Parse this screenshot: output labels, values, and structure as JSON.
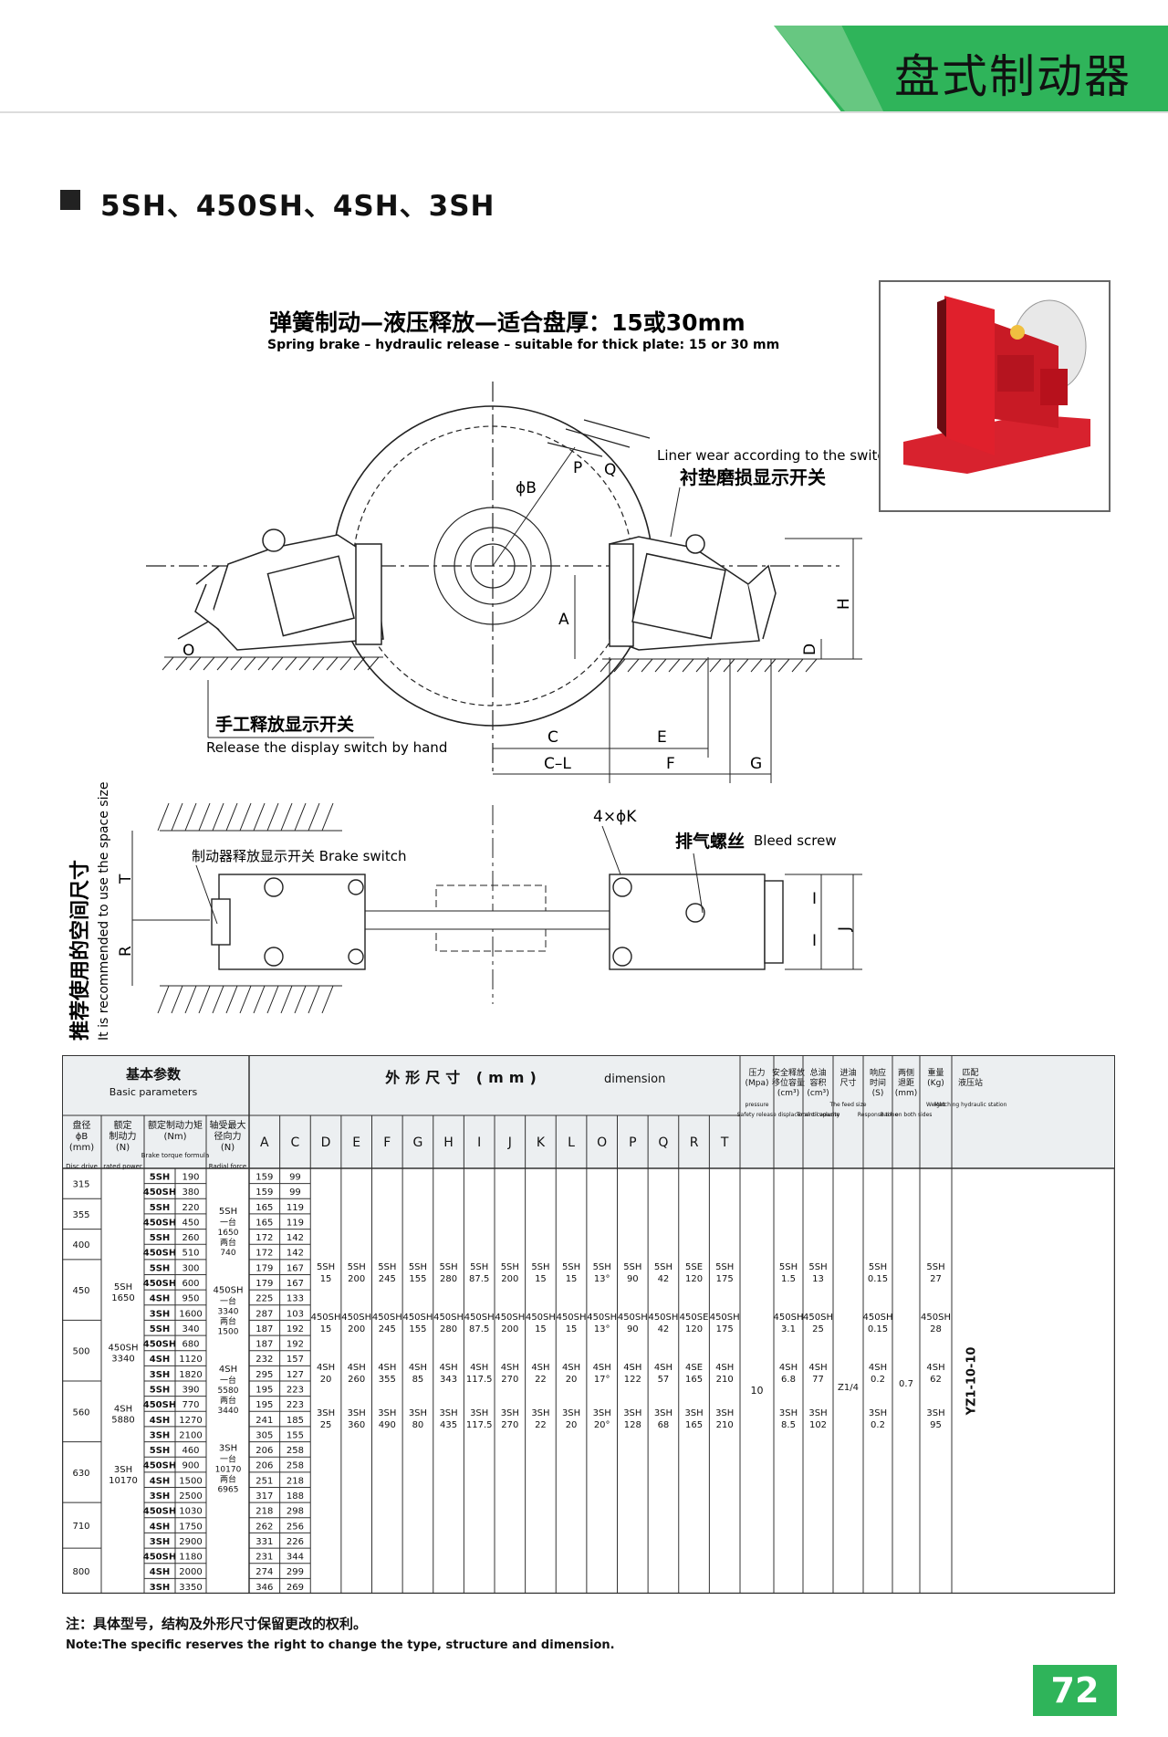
{
  "header": {
    "title": "盘式制动器"
  },
  "section": {
    "title": "5SH、450SH、4SH、3SH"
  },
  "drawing": {
    "caption_cn": "弹簧制动—液压释放—适合盘厚：15或30mm",
    "caption_en": "Spring brake – hydraulic release – suitable for thick plate: 15 or 30 mm",
    "liner_wear_en": "Liner wear according to the switch",
    "liner_wear_cn": "衬垫磨损显示开关",
    "manual_release_cn": "手工释放显示开关",
    "manual_release_en": "Release the display switch by hand",
    "brake_switch": "制动器释放显示开关 Brake switch",
    "hole_label": "4×ϕK",
    "bleed_cn": "排气螺丝",
    "bleed_en": "Bleed screw",
    "space_cn": "推荐使用的空间尺寸",
    "space_en": "It is recommended to use the space size",
    "dims": {
      "phiB": "ϕB",
      "P": "P",
      "Q": "Q",
      "A": "A",
      "H": "H",
      "D": "D",
      "O": "O",
      "C": "C",
      "E": "E",
      "CL": "C–L",
      "F": "F",
      "G": "G",
      "T": "T",
      "R": "R",
      "I": "I",
      "J": "J"
    }
  },
  "table": {
    "group_basic_cn": "基本参数",
    "group_basic_en": "Basic parameters",
    "group_dim_cn": "外形尺寸 (mm)",
    "group_dim_en": "dimension",
    "col_disc": {
      "cn": "盘径 ϕB (mm)",
      "en": "Disc drive"
    },
    "col_power": {
      "cn": "额定 制动力 (N)",
      "en": "rated power"
    },
    "col_torque": {
      "cn": "额定制动力矩 (Nm)",
      "en": "Brake torque formula"
    },
    "col_radial": {
      "cn": "轴受最大 径向力 (N)",
      "en": "Radial force"
    },
    "dim_letters": [
      "A",
      "C",
      "D",
      "E",
      "F",
      "G",
      "H",
      "I",
      "J",
      "K",
      "L",
      "O",
      "P",
      "Q",
      "R",
      "T"
    ],
    "col_pressure": {
      "cn": "压力 (Mpa)",
      "en": "pressure"
    },
    "col_safety": {
      "cn": "安全释放 移位容量 (cm³)",
      "en": "Safety release displacement capacity"
    },
    "col_oil": {
      "cn": "总油 容积 (cm³)",
      "en": "Total oil volume"
    },
    "col_feed": {
      "cn": "进油 尺寸",
      "en": "The feed size"
    },
    "col_response": {
      "cn": "响应 时间 (S)",
      "en": "Response time"
    },
    "col_back": {
      "cn": "两侧 退距 (mm)",
      "en": "Back on both sides"
    },
    "col_weight": {
      "cn": "重量 (Kg)",
      "en": "Weight"
    },
    "col_station": {
      "cn": "匹配 液压站",
      "en": "Matching hydraulic station"
    },
    "disc_groups": [
      {
        "d": "315",
        "rows": 2
      },
      {
        "d": "355",
        "rows": 2
      },
      {
        "d": "400",
        "rows": 2
      },
      {
        "d": "450",
        "rows": 4
      },
      {
        "d": "500",
        "rows": 4
      },
      {
        "d": "560",
        "rows": 4
      },
      {
        "d": "630",
        "rows": 4
      },
      {
        "d": "710",
        "rows": 3
      },
      {
        "d": "800",
        "rows": 3
      }
    ],
    "rows": [
      {
        "m": "5SH",
        "t": "190",
        "a": "159",
        "c": "99"
      },
      {
        "m": "450SH",
        "t": "380",
        "a": "159",
        "c": "99"
      },
      {
        "m": "5SH",
        "t": "220",
        "a": "165",
        "c": "119"
      },
      {
        "m": "450SH",
        "t": "450",
        "a": "165",
        "c": "119"
      },
      {
        "m": "5SH",
        "t": "260",
        "a": "172",
        "c": "142"
      },
      {
        "m": "450SH",
        "t": "510",
        "a": "172",
        "c": "142"
      },
      {
        "m": "5SH",
        "t": "300",
        "a": "179",
        "c": "167"
      },
      {
        "m": "450SH",
        "t": "600",
        "a": "179",
        "c": "167"
      },
      {
        "m": "4SH",
        "t": "950",
        "a": "225",
        "c": "133"
      },
      {
        "m": "3SH",
        "t": "1600",
        "a": "287",
        "c": "103"
      },
      {
        "m": "5SH",
        "t": "340",
        "a": "187",
        "c": "192"
      },
      {
        "m": "450SH",
        "t": "680",
        "a": "187",
        "c": "192"
      },
      {
        "m": "4SH",
        "t": "1120",
        "a": "232",
        "c": "157"
      },
      {
        "m": "3SH",
        "t": "1820",
        "a": "295",
        "c": "127"
      },
      {
        "m": "5SH",
        "t": "390",
        "a": "195",
        "c": "223"
      },
      {
        "m": "450SH",
        "t": "770",
        "a": "195",
        "c": "223"
      },
      {
        "m": "4SH",
        "t": "1270",
        "a": "241",
        "c": "185"
      },
      {
        "m": "3SH",
        "t": "2100",
        "a": "305",
        "c": "155"
      },
      {
        "m": "5SH",
        "t": "460",
        "a": "206",
        "c": "258"
      },
      {
        "m": "450SH",
        "t": "900",
        "a": "206",
        "c": "258"
      },
      {
        "m": "4SH",
        "t": "1500",
        "a": "251",
        "c": "218"
      },
      {
        "m": "3SH",
        "t": "2500",
        "a": "317",
        "c": "188"
      },
      {
        "m": "450SH",
        "t": "1030",
        "a": "218",
        "c": "298"
      },
      {
        "m": "4SH",
        "t": "1750",
        "a": "262",
        "c": "256"
      },
      {
        "m": "3SH",
        "t": "2900",
        "a": "331",
        "c": "226"
      },
      {
        "m": "450SH",
        "t": "1180",
        "a": "231",
        "c": "344"
      },
      {
        "m": "4SH",
        "t": "2000",
        "a": "274",
        "c": "299"
      },
      {
        "m": "3SH",
        "t": "3350",
        "a": "346",
        "c": "269"
      }
    ],
    "power": [
      {
        "model": "5SH",
        "value": "1650"
      },
      {
        "model": "450SH",
        "value": "3340"
      },
      {
        "model": "4SH",
        "value": "5880"
      },
      {
        "model": "3SH",
        "value": "10170"
      }
    ],
    "radial": [
      {
        "model": "5SH",
        "lines": [
          "一台",
          "1650",
          "两台",
          "740"
        ]
      },
      {
        "model": "450SH",
        "lines": [
          "一台",
          "3340",
          "两台",
          "1500"
        ]
      },
      {
        "model": "4SH",
        "lines": [
          "一台",
          "5580",
          "两台",
          "3440"
        ]
      },
      {
        "model": "3SH",
        "lines": [
          "一台",
          "10170",
          "两台",
          "6965"
        ]
      }
    ],
    "dim_values": {
      "5SH": [
        "15",
        "200",
        "245",
        "155",
        "280",
        "87.5",
        "200",
        "15",
        "15",
        "13°",
        "90",
        "42",
        "120",
        "175"
      ],
      "450SH": [
        "15",
        "200",
        "245",
        "155",
        "280",
        "87.5",
        "200",
        "15",
        "15",
        "13°",
        "90",
        "42",
        "120",
        "175"
      ],
      "4SH": [
        "20",
        "260",
        "355",
        "85",
        "343",
        "117.5",
        "270",
        "22",
        "20",
        "17°",
        "122",
        "57",
        "165",
        "210"
      ],
      "3SH": [
        "25",
        "360",
        "490",
        "80",
        "435",
        "117.5",
        "270",
        "22",
        "20",
        "20°",
        "128",
        "68",
        "165",
        "210"
      ]
    },
    "dim_models": [
      "5SH",
      "450SH",
      "4SH",
      "3SH"
    ],
    "r_models": [
      "5SE",
      "450SE",
      "4SE",
      "3SH"
    ],
    "pressure": "10",
    "safety": [
      [
        "5SH",
        "1.5"
      ],
      [
        "450SH",
        "3.1"
      ],
      [
        "4SH",
        "6.8"
      ],
      [
        "3SH",
        "8.5"
      ]
    ],
    "oil": [
      [
        "5SH",
        "13"
      ],
      [
        "450SH",
        "25"
      ],
      [
        "4SH",
        "77"
      ],
      [
        "3SH",
        "102"
      ]
    ],
    "feed": "Z1/4",
    "response": [
      [
        "5SH",
        "0.15"
      ],
      [
        "450SH",
        "0.15"
      ],
      [
        "4SH",
        "0.2"
      ],
      [
        "3SH",
        "0.2"
      ]
    ],
    "back": "0.7",
    "weight": [
      [
        "5SH",
        "27"
      ],
      [
        "450SH",
        "28"
      ],
      [
        "4SH",
        "62"
      ],
      [
        "3SH",
        "95"
      ]
    ],
    "station": "YZ1-10-10"
  },
  "footer": {
    "note_cn": "注：具体型号，结构及外形尺寸保留更改的权利。",
    "note_en": "Note:The specific reserves the right to change the type, structure and dimension.",
    "page": "72"
  },
  "colors": {
    "accent": "#2fb45a",
    "product": "#e0202c"
  }
}
